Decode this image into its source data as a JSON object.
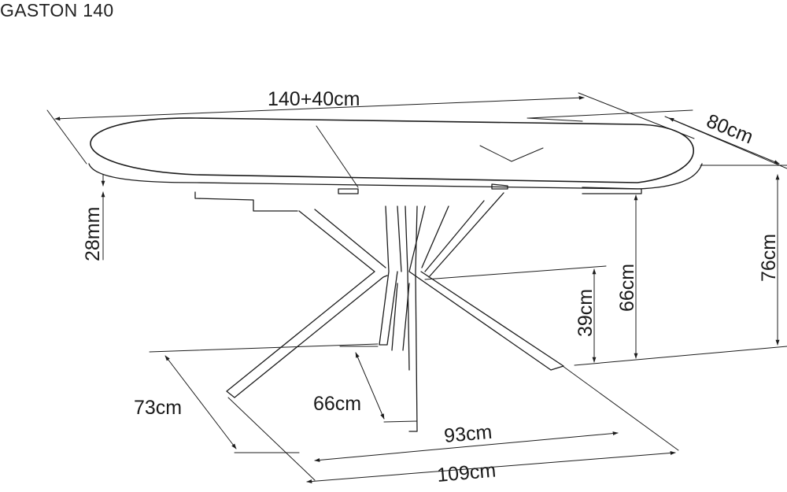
{
  "title": "GASTON 140",
  "dimensions": {
    "length": "140+40cm",
    "depth": "80cm",
    "height": "76cm",
    "top_thickness": "28mm",
    "clearance": "66cm",
    "leg_height": "39cm",
    "base_depth": "73cm",
    "base_inner": "66cm",
    "base_width_inner": "93cm",
    "base_width_outer": "109cm"
  }
}
